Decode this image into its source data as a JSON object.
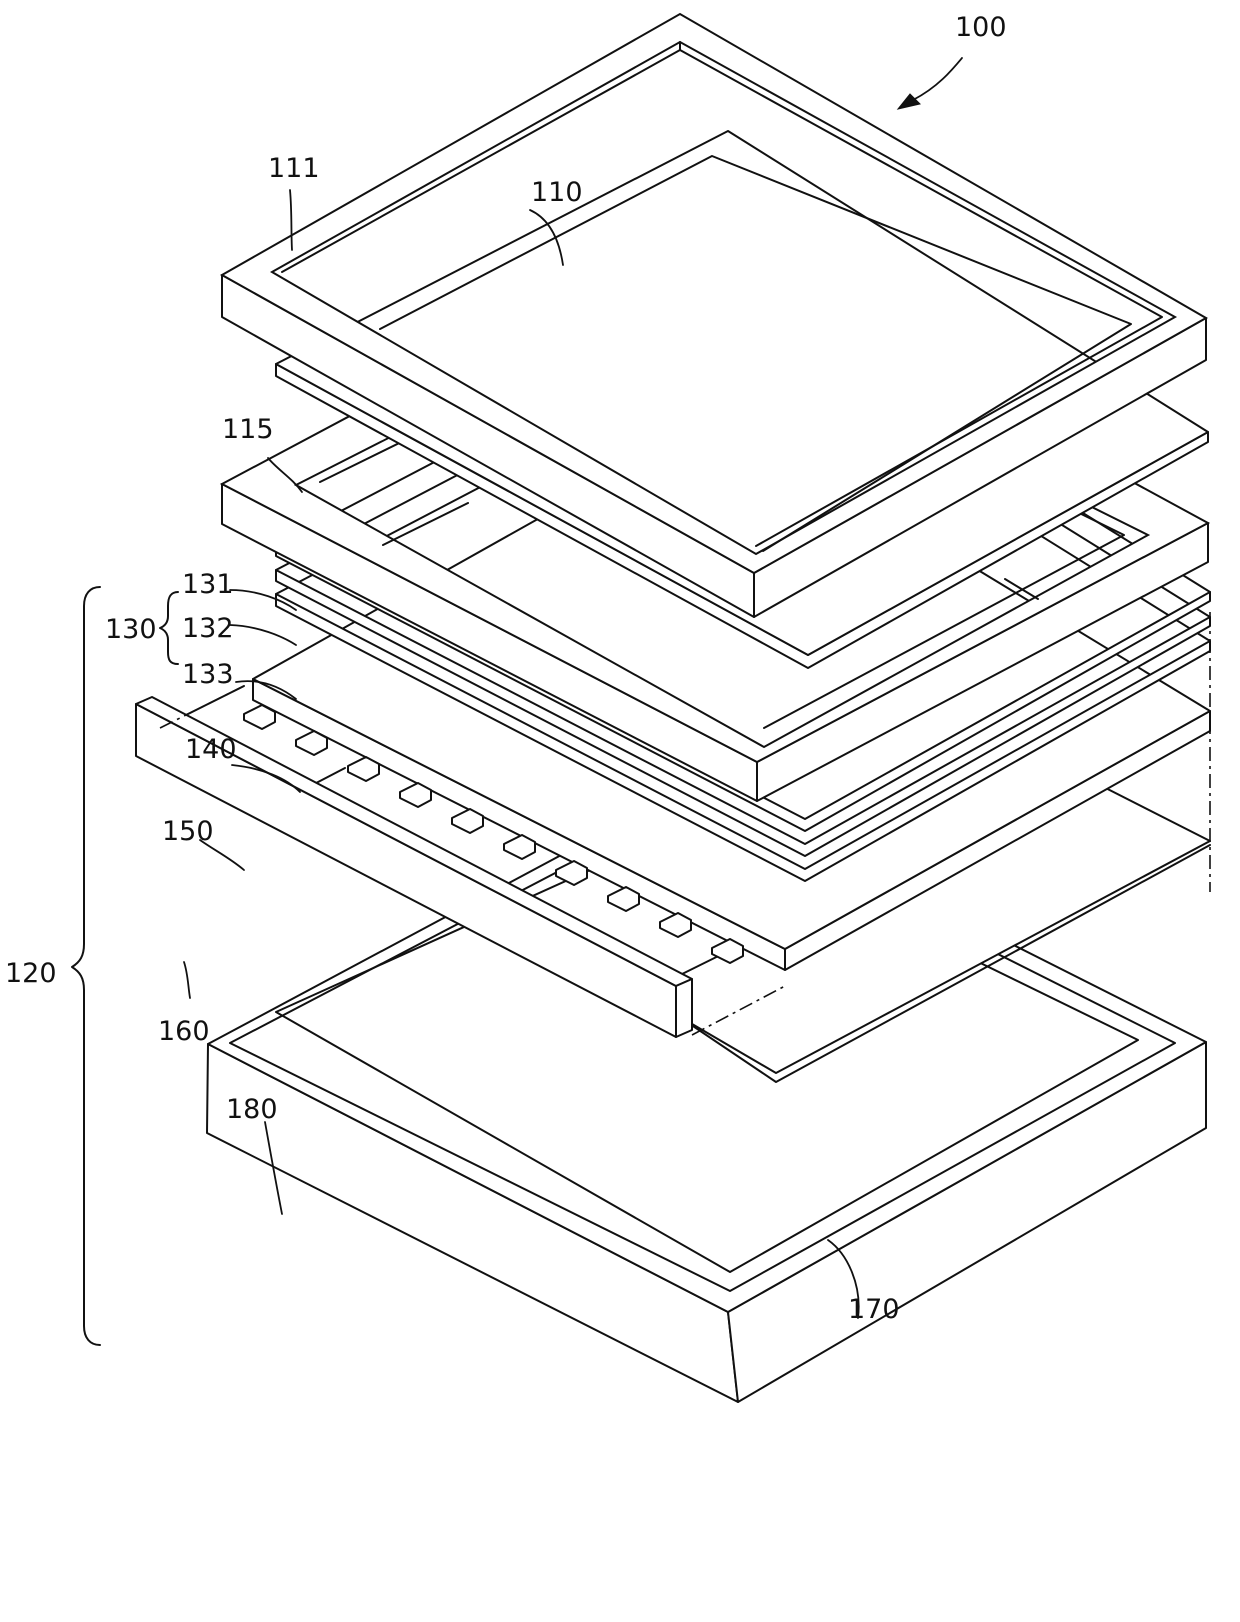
{
  "labels": {
    "l100": "100",
    "l111": "111",
    "l110": "110",
    "l115": "115",
    "l130": "130",
    "l131": "131",
    "l132": "132",
    "l133": "133",
    "l140": "140",
    "l150": "150",
    "l160": "160",
    "l120": "120",
    "l180": "180",
    "l170": "170"
  },
  "colors": {
    "line": "#111111",
    "background": "#ffffff"
  }
}
